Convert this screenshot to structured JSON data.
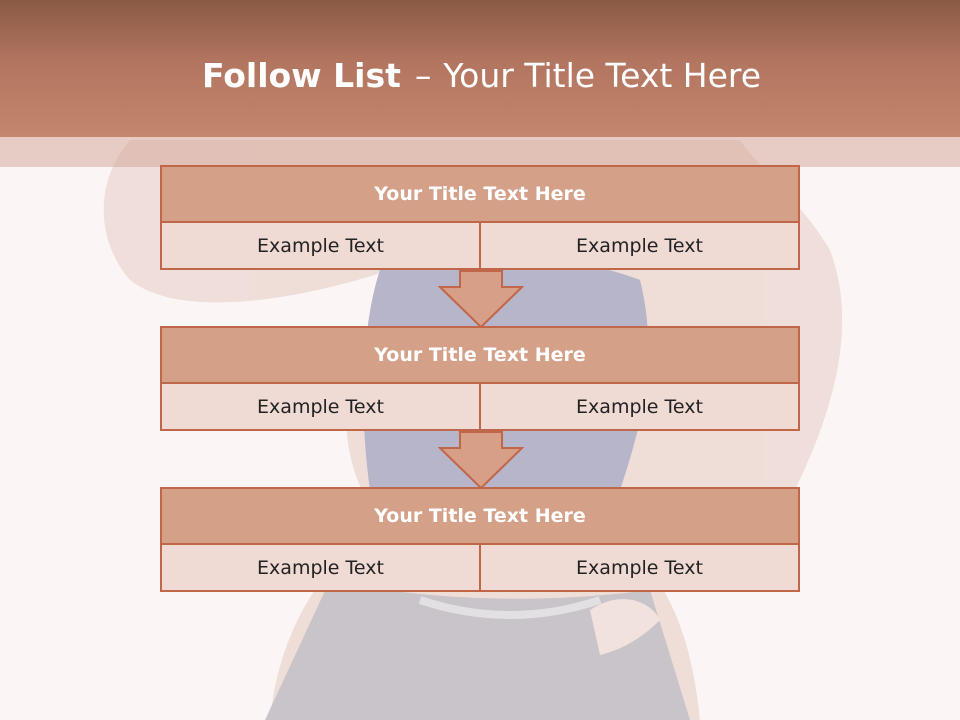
{
  "slide": {
    "title_bold": "Follow List",
    "title_separator": "–",
    "title_rest": "Your Title Text Here"
  },
  "blocks": [
    {
      "title": "Your Title Text Here",
      "left_text": "Example Text",
      "right_text": "Example Text"
    },
    {
      "title": "Your Title Text Here",
      "left_text": "Example Text",
      "right_text": "Example Text"
    },
    {
      "title": "Your Title Text Here",
      "left_text": "Example Text",
      "right_text": "Example Text"
    }
  ],
  "colors": {
    "header": "#c4866c",
    "block_border": "#c0674a",
    "block_header": "#d4a088",
    "block_cell": "#efdad4",
    "arrow_fill": "#d79f88"
  }
}
